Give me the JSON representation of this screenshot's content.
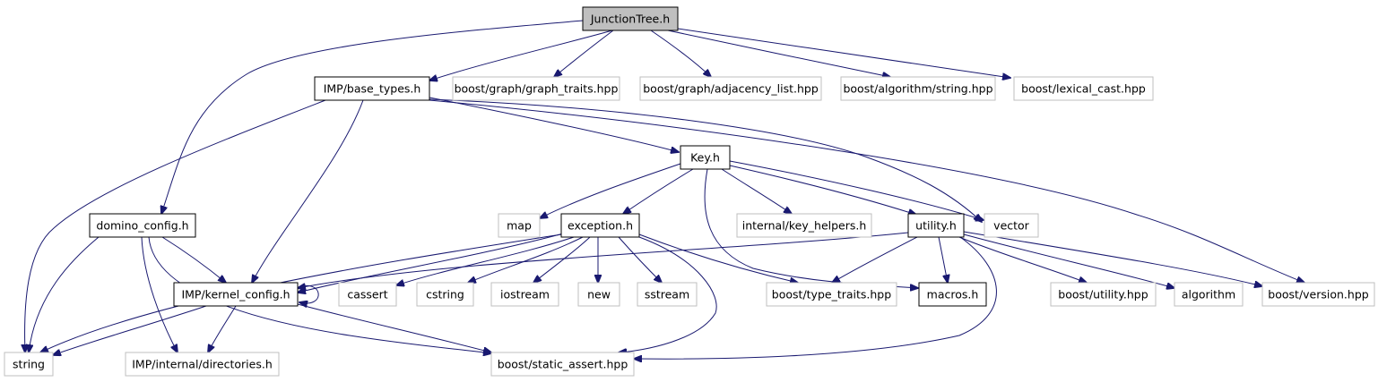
{
  "graph": {
    "colors": {
      "edge": "#191970",
      "focus_fill": "#bfbfbf",
      "documented_border": "#000000",
      "external_border": "#bfbfbf",
      "node_fill": "#ffffff"
    },
    "nodes": [
      {
        "id": "junctiontree",
        "label": "JunctionTree.h",
        "style": "focus"
      },
      {
        "id": "base-types",
        "label": "IMP/base_types.h",
        "style": "documented"
      },
      {
        "id": "graph-traits",
        "label": "boost/graph/graph_traits.hpp",
        "style": "external"
      },
      {
        "id": "adjacency-list",
        "label": "boost/graph/adjacency_list.hpp",
        "style": "external"
      },
      {
        "id": "algorithm-string",
        "label": "boost/algorithm/string.hpp",
        "style": "external"
      },
      {
        "id": "lexical-cast",
        "label": "boost/lexical_cast.hpp",
        "style": "external"
      },
      {
        "id": "key",
        "label": "Key.h",
        "style": "documented"
      },
      {
        "id": "domino-config",
        "label": "domino_config.h",
        "style": "documented"
      },
      {
        "id": "map",
        "label": "map",
        "style": "external"
      },
      {
        "id": "exception",
        "label": "exception.h",
        "style": "documented"
      },
      {
        "id": "key-helpers",
        "label": "internal/key_helpers.h",
        "style": "external"
      },
      {
        "id": "utility",
        "label": "utility.h",
        "style": "documented"
      },
      {
        "id": "vector",
        "label": "vector",
        "style": "external"
      },
      {
        "id": "kernel-config",
        "label": "IMP/kernel_config.h",
        "style": "documented"
      },
      {
        "id": "cassert",
        "label": "cassert",
        "style": "external"
      },
      {
        "id": "cstring",
        "label": "cstring",
        "style": "external"
      },
      {
        "id": "iostream",
        "label": "iostream",
        "style": "external"
      },
      {
        "id": "new",
        "label": "new",
        "style": "external"
      },
      {
        "id": "sstream",
        "label": "sstream",
        "style": "external"
      },
      {
        "id": "type-traits",
        "label": "boost/type_traits.hpp",
        "style": "external"
      },
      {
        "id": "macros",
        "label": "macros.h",
        "style": "documented"
      },
      {
        "id": "boost-utility",
        "label": "boost/utility.hpp",
        "style": "external"
      },
      {
        "id": "algorithm",
        "label": "algorithm",
        "style": "external"
      },
      {
        "id": "boost-version",
        "label": "boost/version.hpp",
        "style": "external"
      },
      {
        "id": "string",
        "label": "string",
        "style": "external"
      },
      {
        "id": "directories",
        "label": "IMP/internal/directories.h",
        "style": "external"
      },
      {
        "id": "static-assert",
        "label": "boost/static_assert.hpp",
        "style": "external"
      }
    ],
    "edges": [
      {
        "from": "junctiontree",
        "to": "base-types"
      },
      {
        "from": "junctiontree",
        "to": "graph-traits"
      },
      {
        "from": "junctiontree",
        "to": "adjacency-list"
      },
      {
        "from": "junctiontree",
        "to": "algorithm-string"
      },
      {
        "from": "junctiontree",
        "to": "lexical-cast"
      },
      {
        "from": "junctiontree",
        "to": "domino-config"
      },
      {
        "from": "base-types",
        "to": "key"
      },
      {
        "from": "base-types",
        "to": "vector"
      },
      {
        "from": "base-types",
        "to": "boost-version"
      },
      {
        "from": "base-types",
        "to": "kernel-config"
      },
      {
        "from": "base-types",
        "to": "string"
      },
      {
        "from": "key",
        "to": "map"
      },
      {
        "from": "key",
        "to": "exception"
      },
      {
        "from": "key",
        "to": "key-helpers"
      },
      {
        "from": "key",
        "to": "utility"
      },
      {
        "from": "key",
        "to": "vector"
      },
      {
        "from": "key",
        "to": "macros"
      },
      {
        "from": "domino-config",
        "to": "kernel-config"
      },
      {
        "from": "domino-config",
        "to": "string"
      },
      {
        "from": "domino-config",
        "to": "directories"
      },
      {
        "from": "domino-config",
        "to": "static-assert"
      },
      {
        "from": "exception",
        "to": "kernel-config"
      },
      {
        "from": "exception",
        "to": "cassert"
      },
      {
        "from": "exception",
        "to": "cstring"
      },
      {
        "from": "exception",
        "to": "iostream"
      },
      {
        "from": "exception",
        "to": "new"
      },
      {
        "from": "exception",
        "to": "sstream"
      },
      {
        "from": "exception",
        "to": "type-traits"
      },
      {
        "from": "exception",
        "to": "static-assert"
      },
      {
        "from": "exception",
        "to": "string"
      },
      {
        "from": "utility",
        "to": "kernel-config"
      },
      {
        "from": "utility",
        "to": "type-traits"
      },
      {
        "from": "utility",
        "to": "macros"
      },
      {
        "from": "utility",
        "to": "boost-utility"
      },
      {
        "from": "utility",
        "to": "algorithm"
      },
      {
        "from": "utility",
        "to": "boost-version"
      },
      {
        "from": "utility",
        "to": "static-assert"
      },
      {
        "from": "kernel-config",
        "to": "kernel-config"
      },
      {
        "from": "kernel-config",
        "to": "string"
      },
      {
        "from": "kernel-config",
        "to": "directories"
      },
      {
        "from": "kernel-config",
        "to": "static-assert"
      }
    ]
  }
}
